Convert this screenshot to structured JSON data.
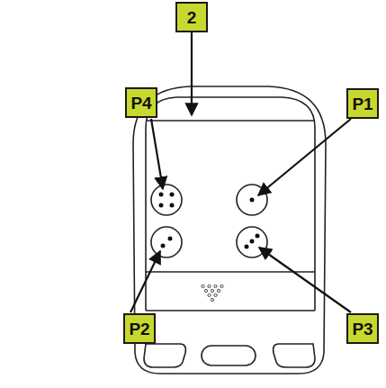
{
  "diagram": {
    "labels": [
      "2",
      "P4",
      "P1",
      "P2",
      "P3"
    ]
  }
}
